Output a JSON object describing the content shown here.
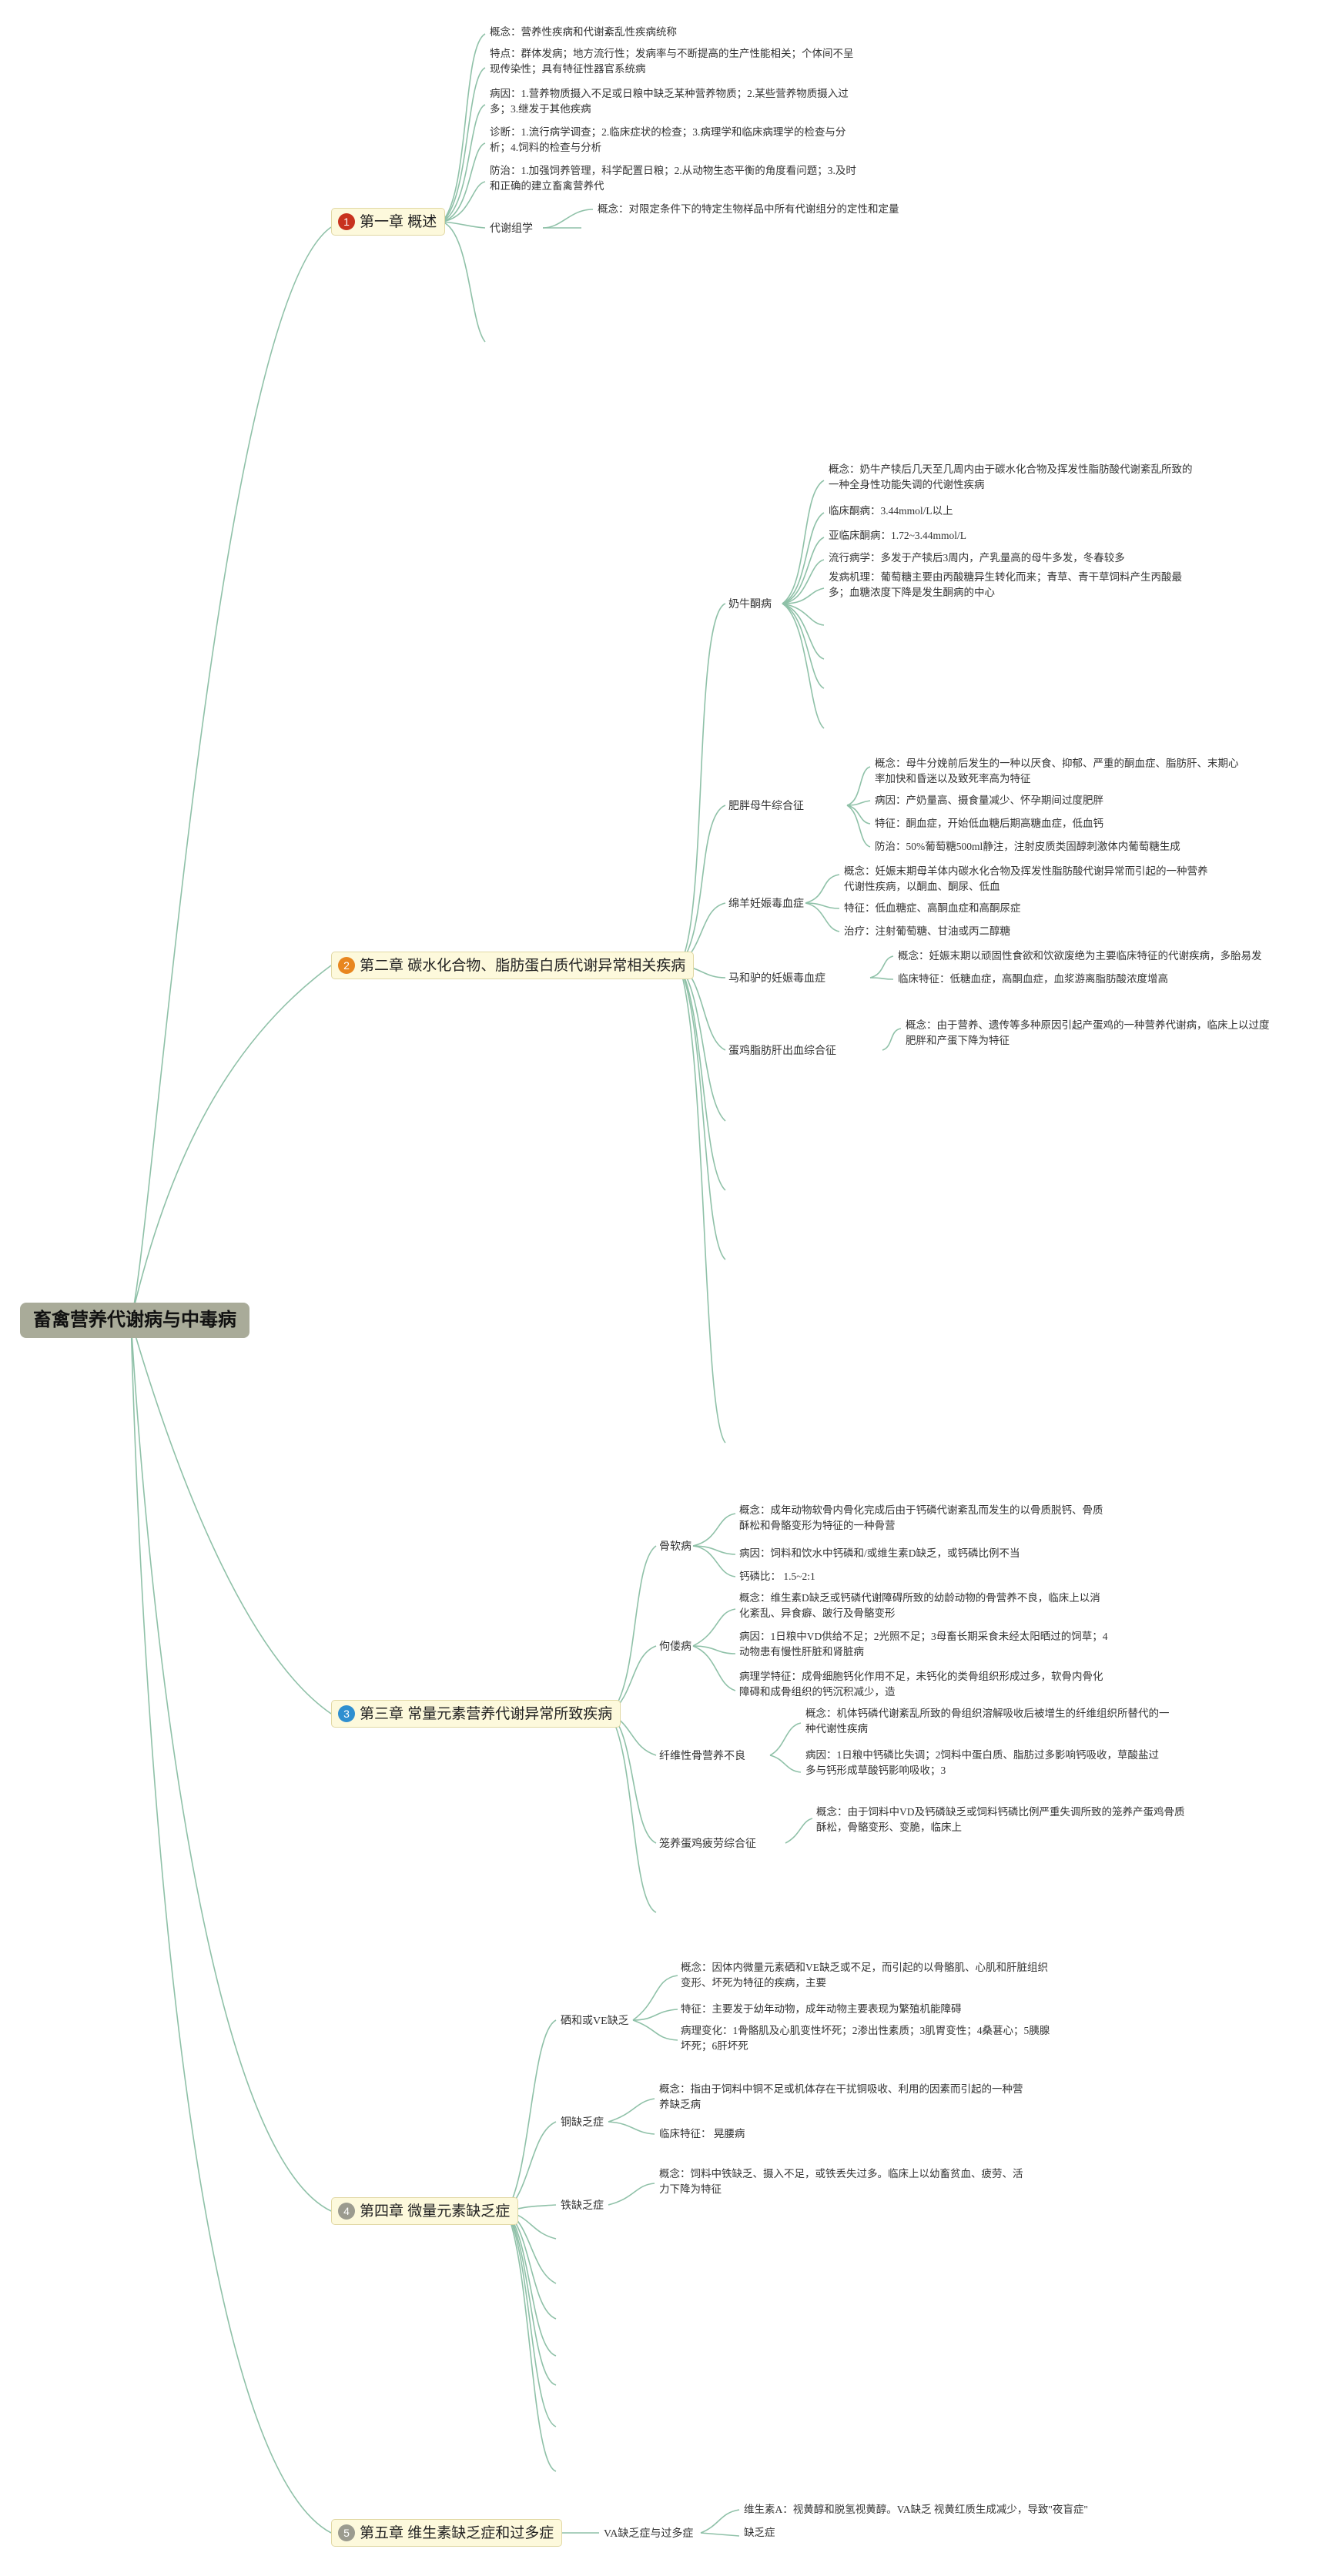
{
  "root": "畜禽营养代谢病与中毒病",
  "colors": {
    "root_bg": "#a9ab99",
    "chapter_bg": "#fdf9dc",
    "link": "#8fc1a8",
    "badge_1": "#c8321e",
    "badge_2": "#e8861e",
    "badge_3": "#2f8fd0",
    "badge_4": "#9b9b8f",
    "badge_5": "#9b9b8f"
  },
  "ch1": {
    "num": "1",
    "title": "第一章 概述",
    "l1a": "概念：营养性疾病和代谢紊乱性疾病统称",
    "l2a": "特点：群体发病；地方流行性；发病率与不断提高的生产性能相关；个体间不呈",
    "l2b": "现传染性；具有特征性器官系统病",
    "l3a": "病因：1.营养物质摄入不足或日粮中缺乏某种营养物质；2.某些营养物质摄入过",
    "l3b": "多；3.继发于其他疾病",
    "l4a": "诊断：1.流行病学调查；2.临床症状的检查；3.病理学和临床病理学的检查与分",
    "l4b": "析；4.饲料的检查与分析",
    "l5a": "防治：1.加强饲养管理，科学配置日粮；2.从动物生态平衡的角度看问题；3.及时",
    "l5b": "和正确的建立畜禽营养代",
    "sub": "代谢组学",
    "sub_l1": "概念：对限定条件下的特定生物样品中所有代谢组分的定性和定量"
  },
  "ch2": {
    "num": "2",
    "title": "第二章 碳水化合物、脂肪蛋白质代谢异常相关疾病",
    "s1": "奶牛酮病",
    "s1_l1a": "概念：奶牛产犊后几天至几周内由于碳水化合物及挥发性脂肪酸代谢紊乱所致的",
    "s1_l1b": "一种全身性功能失调的代谢性疾病",
    "s1_l2": "临床酮病：3.44mmol/L以上",
    "s1_l3": "亚临床酮病：1.72~3.44mmol/L",
    "s1_l4": "流行病学：多发于产犊后3周内，产乳量高的母牛多发，冬春较多",
    "s1_l5a": "发病机理：葡萄糖主要由丙酸糖异生转化而来；青草、青干草饲料产生丙酸最",
    "s1_l5b": "多；血糖浓度下降是发生酮病的中心",
    "s2": "肥胖母牛综合征",
    "s2_l1a": "概念：母牛分娩前后发生的一种以厌食、抑郁、严重的酮血症、脂肪肝、末期心",
    "s2_l1b": "率加快和昏迷以及致死率高为特征",
    "s2_l2": "病因：产奶量高、摄食量减少、怀孕期间过度肥胖",
    "s2_l3": "特征：酮血症，开始低血糖后期高糖血症，低血钙",
    "s2_l4": "防治：50%葡萄糖500ml静注，注射皮质类固醇刺激体内葡萄糖生成",
    "s3": "绵羊妊娠毒血症",
    "s3_l1a": "概念：妊娠末期母羊体内碳水化合物及挥发性脂肪酸代谢异常而引起的一种营养",
    "s3_l1b": "代谢性疾病，以酮血、酮尿、低血",
    "s3_l2": "特征：低血糖症、高酮血症和高酮尿症",
    "s3_l3": "治疗：注射葡萄糖、甘油或丙二醇糖",
    "s4": "马和驴的妊娠毒血症",
    "s4_l1": "概念：妊娠末期以顽固性食欲和饮欲废绝为主要临床特征的代谢疾病，多胎易发",
    "s4_l2": "临床特征：低糖血症，高酮血症，血浆游离脂肪酸浓度增高",
    "s5": "蛋鸡脂肪肝出血综合征",
    "s5_l1a": "概念：由于营养、遗传等多种原因引起产蛋鸡的一种营养代谢病，临床上以过度",
    "s5_l1b": "肥胖和产蛋下降为特征"
  },
  "ch3": {
    "num": "3",
    "title": "第三章 常量元素营养代谢异常所致疾病",
    "s1": "骨软病",
    "s1_l1a": "概念：成年动物软骨内骨化完成后由于钙磷代谢紊乱而发生的以骨质脱钙、骨质",
    "s1_l1b": "酥松和骨骼变形为特征的一种骨营",
    "s1_l2": "病因：饲料和饮水中钙磷和/或维生素D缺乏，或钙磷比例不当",
    "s1_l3": "钙磷比： 1.5~2:1",
    "s2": "佝偻病",
    "s2_l1a": "概念：维生素D缺乏或钙磷代谢障碍所致的幼龄动物的骨营养不良，临床上以消",
    "s2_l1b": "化紊乱、异食癖、跛行及骨骼变形",
    "s2_l2a": "病因：1日粮中VD供给不足；2光照不足；3母畜长期采食未经太阳晒过的饲草；4",
    "s2_l2b": "动物患有慢性肝脏和肾脏病",
    "s2_l3a": "病理学特征：成骨细胞钙化作用不足，未钙化的类骨组织形成过多，软骨内骨化",
    "s2_l3b": "障碍和成骨组织的钙沉积减少，造",
    "s3": "纤维性骨营养不良",
    "s3_l1a": "概念：机体钙磷代谢紊乱所致的骨组织溶解吸收后被增生的纤维组织所替代的一",
    "s3_l1b": "种代谢性疾病",
    "s3_l2a": "病因：1日粮中钙磷比失调；2饲料中蛋白质、脂肪过多影响钙吸收，草酸盐过",
    "s3_l2b": "多与钙形成草酸钙影响吸收；3",
    "s4": "笼养蛋鸡疲劳综合征",
    "s4_l1a": "概念：由于饲料中VD及钙磷缺乏或饲料钙磷比例严重失调所致的笼养产蛋鸡骨质",
    "s4_l1b": "酥松，骨骼变形、变脆，临床上"
  },
  "ch4": {
    "num": "4",
    "title": "第四章 微量元素缺乏症",
    "s1": "硒和或VE缺乏",
    "s1_l1a": "概念：因体内微量元素硒和VE缺乏或不足，而引起的以骨骼肌、心肌和肝脏组织",
    "s1_l1b": "变形、坏死为特征的疾病，主要",
    "s1_l2": "特征：主要发于幼年动物，成年动物主要表现为繁殖机能障碍",
    "s1_l3a": "病理变化：1骨骼肌及心肌变性坏死；2渗出性素质；3肌胃变性；4桑葚心；5胰腺",
    "s1_l3b": "坏死；6肝坏死",
    "s2": "铜缺乏症",
    "s2_l1a": "概念：指由于饲料中铜不足或机体存在干扰铜吸收、利用的因素而引起的一种营",
    "s2_l1b": "养缺乏病",
    "s2_l2": "临床特征： 晃腰病",
    "s3": "铁缺乏症",
    "s3_l1a": "概念：饲料中铁缺乏、摄入不足，或铁丢失过多。临床上以幼畜贫血、疲劳、活",
    "s3_l1b": "力下降为特征"
  },
  "ch5": {
    "num": "5",
    "title": "第五章 维生素缺乏症和过多症",
    "s1": "VA缺乏症与过多症",
    "s1_l1a": "维生素A：视黄醇和脱氢视黄醇。VA缺乏 视黄红质生成减少，导致\"夜盲症\"",
    "s1_l1b": "缺乏症"
  }
}
